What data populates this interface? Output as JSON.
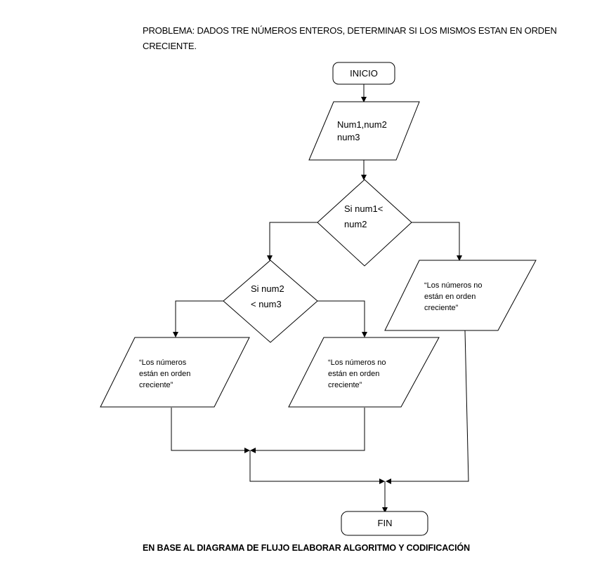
{
  "problem": {
    "line1": "PROBLEMA:  DADOS TRE NÚMEROS ENTEROS, DETERMINAR SI LOS MISMOS ESTAN EN ORDEN",
    "line2": "CRECIENTE."
  },
  "flowchart": {
    "start": "INICIO",
    "input": {
      "line1": "Num1,num2",
      "line2": "num3"
    },
    "decision1": {
      "line1": "Si num1<",
      "line2": "num2"
    },
    "decision2": {
      "line1": "Si  num2",
      "line2": "< num3"
    },
    "output_right": {
      "line1": "“Los números no",
      "line2": "están en orden",
      "line3": "creciente”"
    },
    "output_left": {
      "line1": "“Los números",
      "line2": "están en orden",
      "line3": "creciente”"
    },
    "output_middle": {
      "line1": "“Los números  no",
      "line2": "están en orden",
      "line3": "creciente”"
    },
    "end": "FIN"
  },
  "footer": "EN BASE AL DIAGRAMA DE FLUJO ELABORAR ALGORITMO Y CODIFICACIÓN"
}
